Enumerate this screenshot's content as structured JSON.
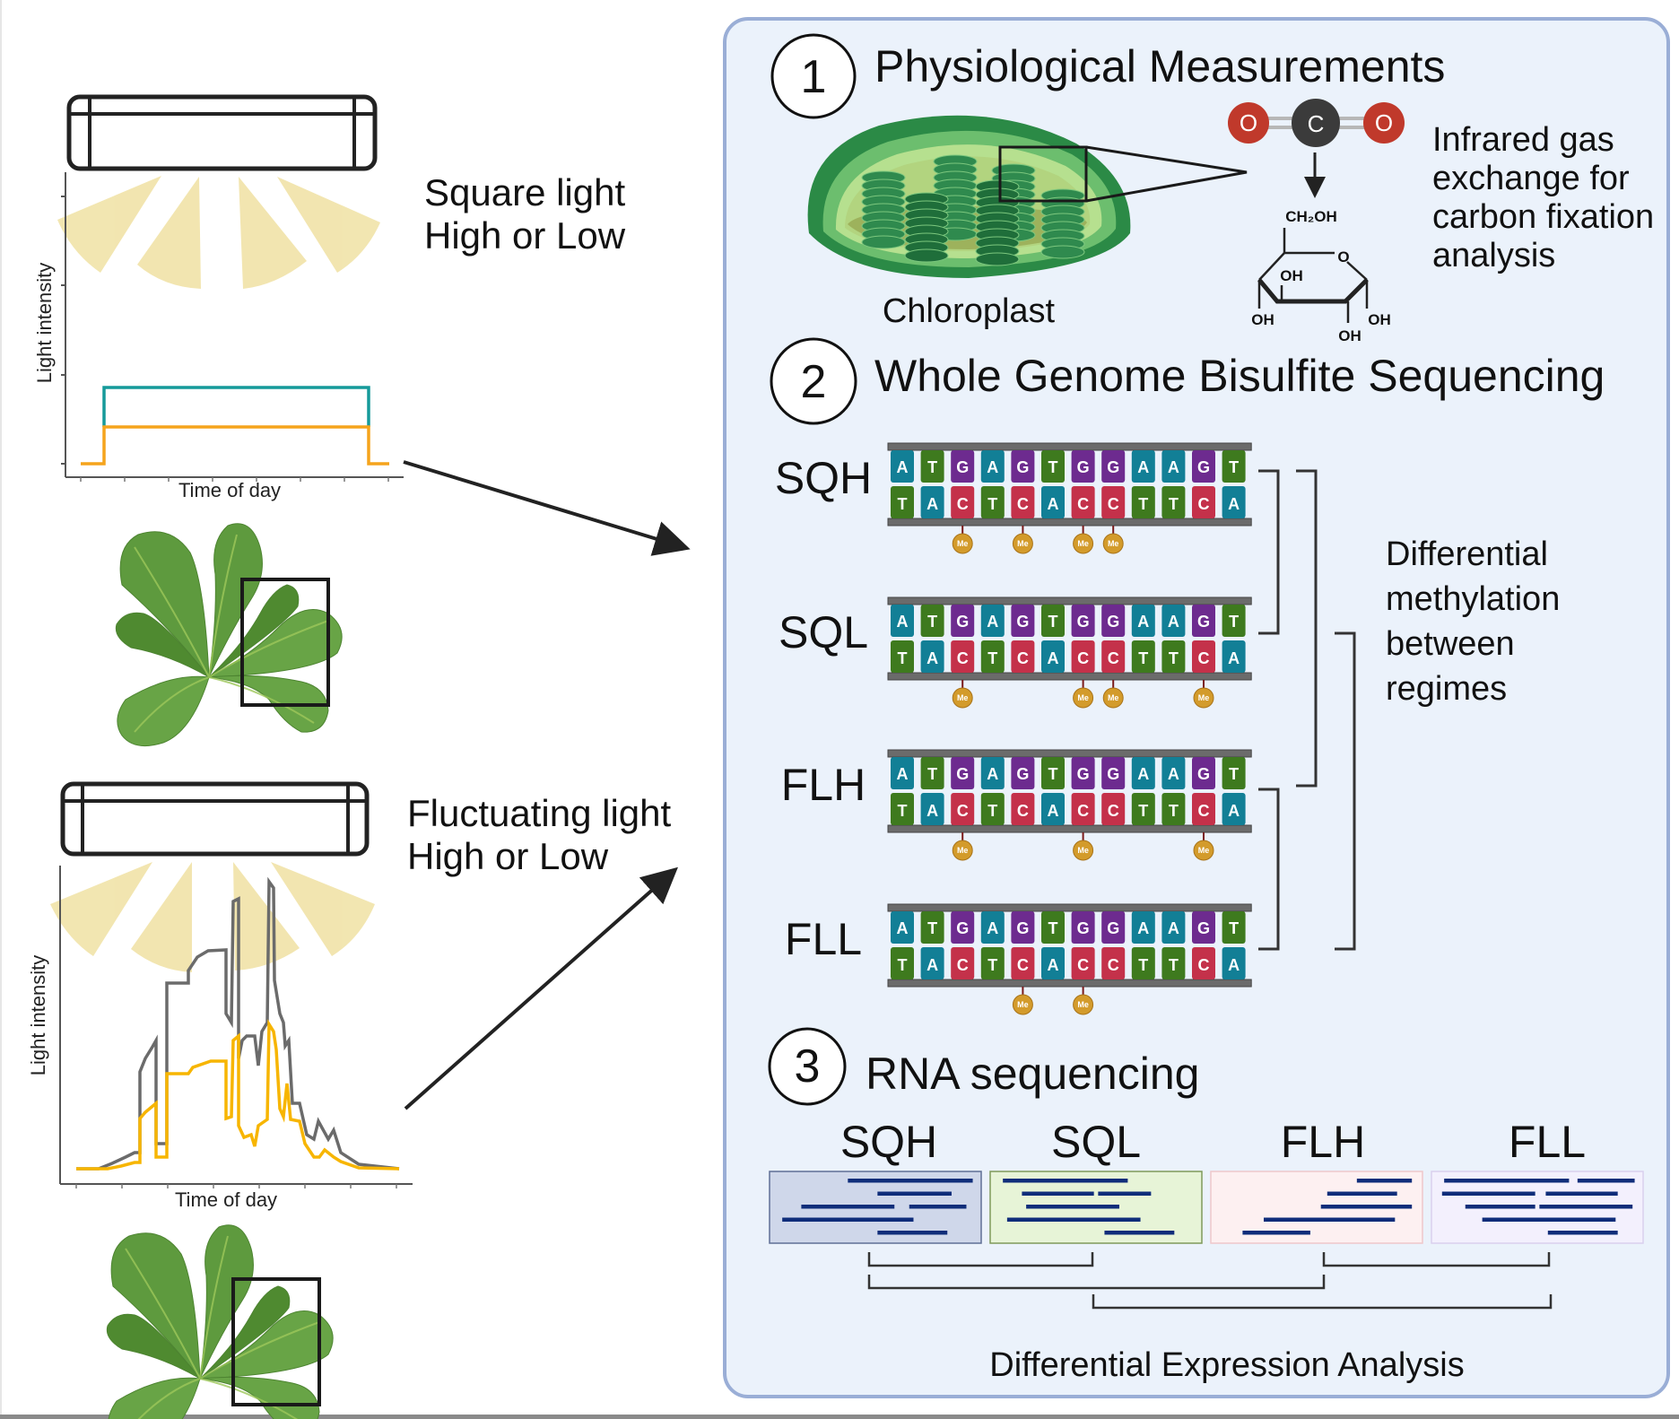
{
  "left": {
    "square": {
      "label_line1": "Square light",
      "label_line2": "High or Low",
      "ylabel": "Light intensity",
      "xlabel": "Time of day"
    },
    "fluctuating": {
      "label_line1": "Fluctuating  light",
      "label_line2": "High or Low",
      "ylabel": "Light intensity",
      "xlabel": "Time of day"
    }
  },
  "panel": {
    "step1": {
      "number": "1",
      "title": "Physiological Measurements",
      "chloroplast_label": "Chloroplast",
      "co2_atoms": [
        "O",
        "C",
        "O"
      ],
      "glucose_labels": {
        "ch2oh": "CH₂OH",
        "ring_o": "O",
        "oh_top": "OH",
        "oh_left": "OH",
        "oh_bottom": "OH",
        "oh_right": "OH"
      },
      "description": [
        "Infrared gas",
        "exchange for",
        "carbon fixation",
        "analysis"
      ]
    },
    "step2": {
      "number": "2",
      "title": "Whole Genome Bisulfite Sequencing",
      "top_strand": [
        "A",
        "T",
        "G",
        "A",
        "G",
        "T",
        "G",
        "G",
        "A",
        "A",
        "G",
        "T"
      ],
      "bottom_strand": [
        "T",
        "A",
        "C",
        "T",
        "C",
        "A",
        "C",
        "C",
        "T",
        "T",
        "C",
        "A"
      ],
      "methyl_label": "Me",
      "samples": [
        {
          "name": "SQH",
          "methylated_positions": [
            2,
            4,
            6,
            7
          ]
        },
        {
          "name": "SQL",
          "methylated_positions": [
            2,
            6,
            7,
            10
          ]
        },
        {
          "name": "FLH",
          "methylated_positions": [
            2,
            6,
            10
          ]
        },
        {
          "name": "FLL",
          "methylated_positions": [
            4,
            6
          ]
        }
      ],
      "comparison_text": [
        "Differential",
        "methylation",
        "between",
        "regimes"
      ]
    },
    "step3": {
      "number": "3",
      "title": "RNA sequencing",
      "samples": [
        "SQH",
        "SQL",
        "FLH",
        "FLL"
      ],
      "footer": "Differential Expression Analysis"
    }
  },
  "colors": {
    "panel_bg": "#ebf2fb",
    "panel_border": "#9aaed6",
    "base_A": "#127f96",
    "base_T": "#3e7a1e",
    "base_G": "#6d2b8f",
    "base_C": "#c4314a",
    "backbone": "#6b6b6b",
    "methyl": "#d39b2b",
    "high_light": "#159a9a",
    "low_light": "#f5a41c",
    "fluct_high": "#6b6b6b",
    "fluct_low": "#f7b500",
    "light_beam": "#f1e3a8",
    "read_bar": "#0f2d7a",
    "rna_box_sqh": "#cfd7ea",
    "rna_box_sql": "#e7f4d7",
    "rna_box_flh": "#fdf0f1",
    "rna_box_fll": "#f3f0fd"
  }
}
